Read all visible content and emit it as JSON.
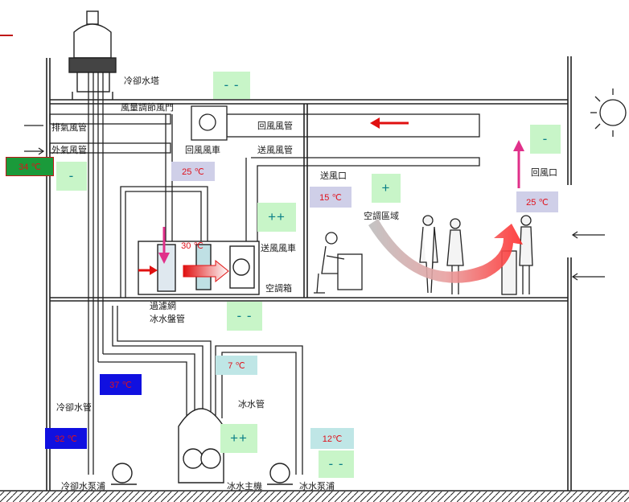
{
  "labels": {
    "cooling_tower": "冷卻水塔",
    "damper": "風量調節風門",
    "exhaust_duct": "排氣風管",
    "outdoor_air_duct": "外氣風管",
    "return_duct": "回風風管",
    "return_fan": "回風風車",
    "supply_duct": "送風風管",
    "supply_outlet": "送風口",
    "return_inlet": "回風口",
    "conditioned_room": "空調區域",
    "supply_fan": "送風風車",
    "ahu": "空調箱",
    "filter": "過濾網",
    "chilled_coil": "冰水盤管",
    "cooling_water_pipe": "冷卻水管",
    "chilled_water_pipe": "冰水管",
    "cooling_pump": "冷卻水泵浦",
    "chiller": "冰水主機",
    "chilled_pump": "冰水泵浦"
  },
  "temps": {
    "outdoor": "34 ℃",
    "return_air": "25 ℃",
    "coil_air": "30 ℃",
    "supply_air": "15 ℃",
    "room": "25 ℃",
    "chilled_supply": "7 ℃",
    "chilled_return": "12℃",
    "cooling_out": "37 ℃",
    "cooling_in": "32 ℃"
  },
  "signs": {
    "tower": "- -",
    "outdoor": "-",
    "supply_fan": "++",
    "supply_outlet": "+",
    "return_inlet": "-",
    "coil": "- -",
    "chiller": "++",
    "chilled_pump": "- -"
  },
  "colors": {
    "sign_bg": "#c8f5c8",
    "sign_text": "#0a7f86",
    "temp_text": "#e0101a",
    "temp_lilac": "#cfcfe8",
    "temp_teal": "#bfe6e6",
    "temp_blue": "#1010e0",
    "temp_green": "#1a9a3a",
    "arrow_red": "#e01010",
    "arrow_pink": "#e0308a"
  }
}
